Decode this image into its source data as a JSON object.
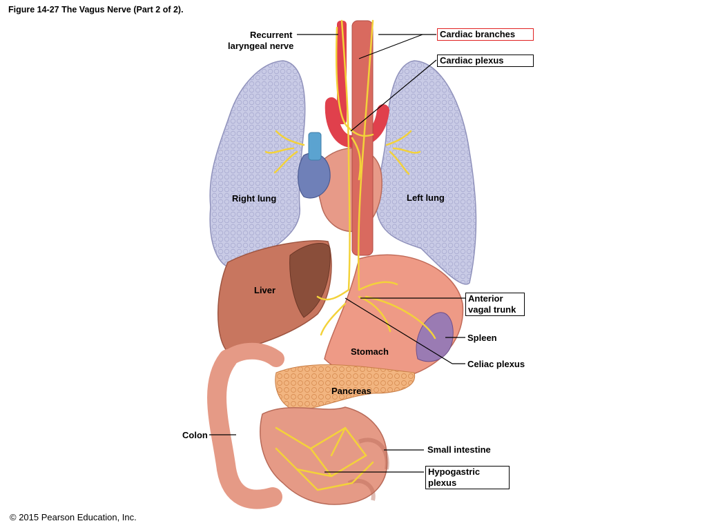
{
  "figure_title": "Figure 14-27 The Vagus Nerve (Part 2 of 2).",
  "copyright": "© 2015 Pearson Education, Inc.",
  "colors": {
    "lung": "#c9cbe6",
    "liver": "#c8765f",
    "stomach": "#ee9a86",
    "heart": "#e79a88",
    "nerve": "#f3d23a",
    "aorta": "#e0404c",
    "vein": "#5ba3d0",
    "spleen": "#9a7bb3",
    "pancreas": "#f2b580",
    "intestine": "#e59a86",
    "highlight_box": "#e02020"
  },
  "labels": {
    "recurrent_laryngeal_nerve_line1": "Recurrent",
    "recurrent_laryngeal_nerve_line2": "laryngeal nerve",
    "cardiac_branches": "Cardiac branches",
    "cardiac_plexus": "Cardiac plexus",
    "right_lung": "Right lung",
    "left_lung": "Left lung",
    "liver": "Liver",
    "anterior_vagal_trunk_line1": "Anterior",
    "anterior_vagal_trunk_line2": "vagal trunk",
    "spleen": "Spleen",
    "stomach": "Stomach",
    "celiac_plexus": "Celiac plexus",
    "pancreas": "Pancreas",
    "colon": "Colon",
    "small_intestine": "Small intestine",
    "hypogastric_plexus_line1": "Hypogastric",
    "hypogastric_plexus_line2": "plexus"
  }
}
